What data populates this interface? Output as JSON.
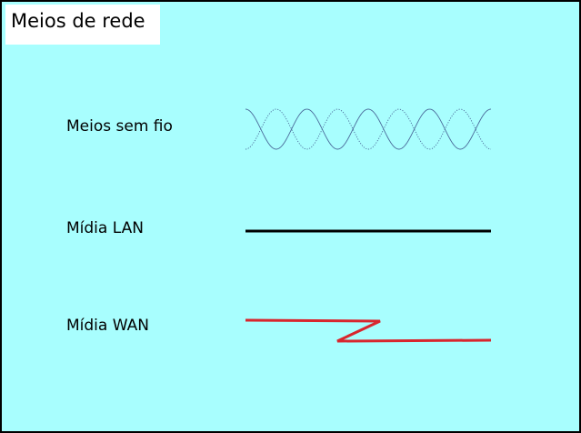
{
  "title": "Meios de rede",
  "media": [
    {
      "label": "Meios sem fio",
      "icon": "wireless-wave-icon",
      "color": "#4a6a9a"
    },
    {
      "label": "Mídia LAN",
      "icon": "lan-cable-icon",
      "color": "#000000"
    },
    {
      "label": "Mídia WAN",
      "icon": "wan-serial-link-icon",
      "color": "#d8262e"
    }
  ],
  "colors": {
    "background": "#a8fefe",
    "border": "#000000",
    "title_box": "#ffffff"
  }
}
